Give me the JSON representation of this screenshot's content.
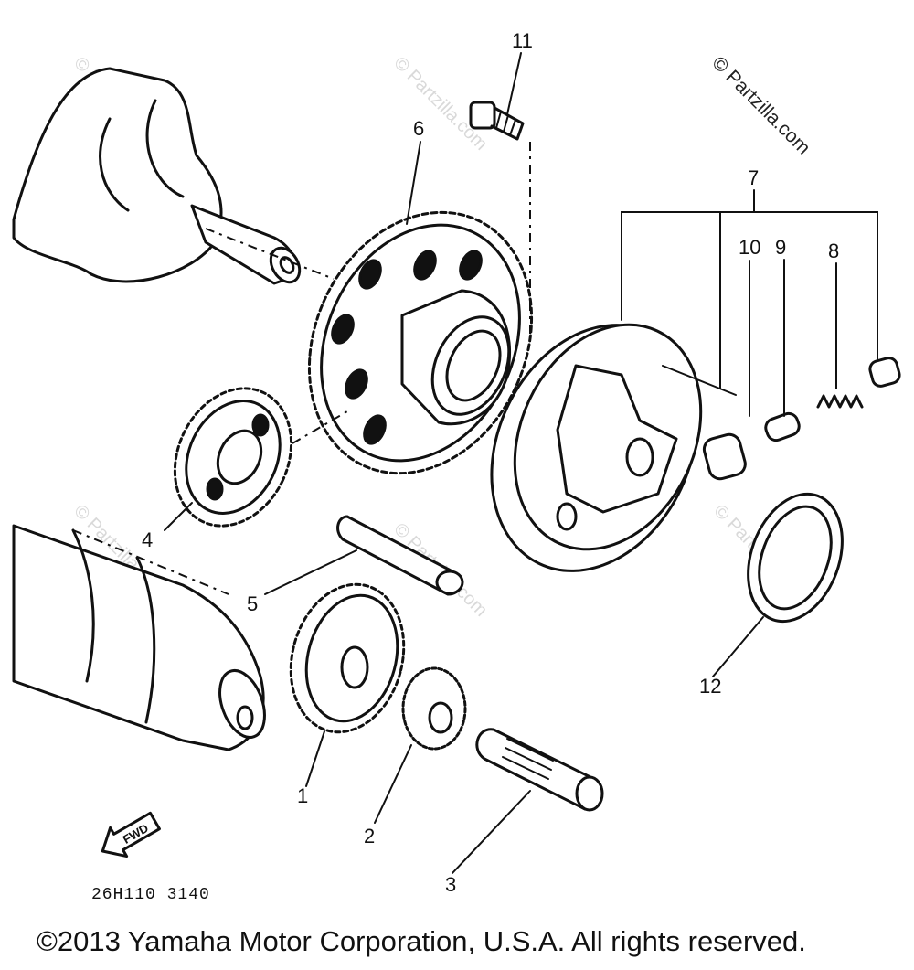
{
  "watermark": {
    "corner": "© Partzilla.com",
    "tiled": "© Partzilla.com"
  },
  "callouts": {
    "p1": "1",
    "p2": "2",
    "p3": "3",
    "p4": "4",
    "p5": "5",
    "p6": "6",
    "p7": "7",
    "p8": "8",
    "p9": "9",
    "p10": "10",
    "p11": "11",
    "p12": "12"
  },
  "arrow_label": "FWD",
  "diagram_code": "26H110 3140",
  "copyright": "©2013 Yamaha Motor Corporation, U.S.A. All rights reserved."
}
